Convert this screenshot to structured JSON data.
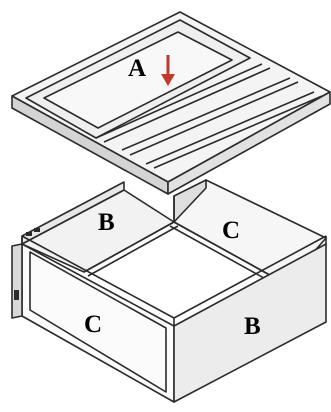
{
  "diagram": {
    "labels": {
      "lid_panel": "A",
      "back_left_panel": "B",
      "back_right_panel": "C",
      "front_left_panel": "C",
      "front_right_panel": "B"
    },
    "colors": {
      "line": "#2b2b2b",
      "panel_light": "#f4f4f4",
      "panel_mid": "#e2e2e2",
      "panel_dark": "#cfcfcf",
      "arrow": "#c0392b"
    }
  }
}
